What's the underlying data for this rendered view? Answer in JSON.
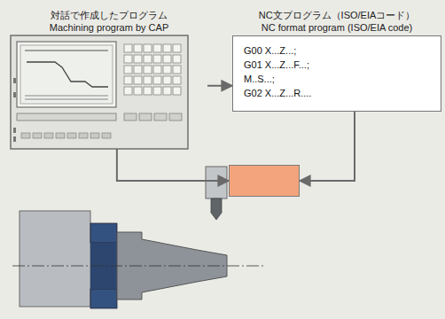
{
  "diagram": {
    "nodes": [
      {
        "text": [
          "対話で作成したプログラム",
          "Machining program by CAP"
        ]
      },
      {
        "text": [
          "NC文プログラム（ISO/EIAコード）",
          "NC format program (ISO/EIA code)",
          "G00 X...Z...;",
          "G01 X...Z...F...;",
          "M..S...;",
          "G02 X...Z...R...."
        ]
      },
      {
        "text": []
      }
    ],
    "edges": [
      {
        "from": 0,
        "to": 1,
        "arrow": "to"
      },
      {
        "from": 0,
        "to": 2,
        "arrow": "to"
      },
      {
        "from": 1,
        "to": 2,
        "arrow": "to"
      }
    ]
  }
}
